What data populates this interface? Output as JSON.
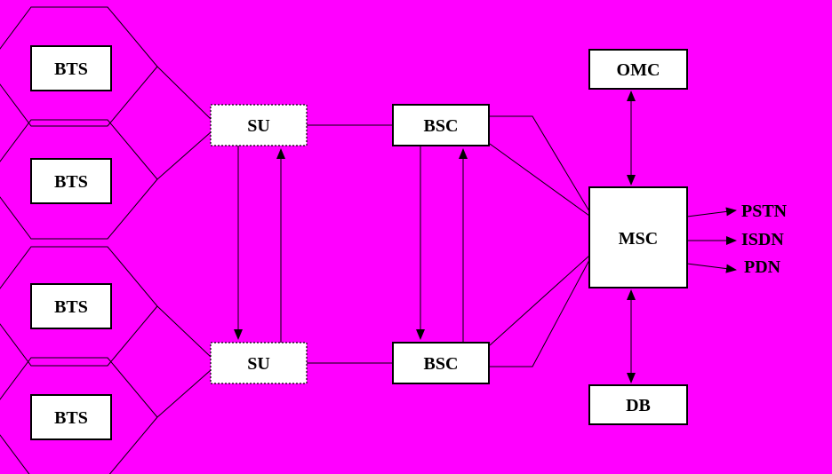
{
  "colors": {
    "background": "#FF00FF",
    "box_fill": "#FFFFFF",
    "line": "#000000"
  },
  "nodes": {
    "bts": [
      "BTS",
      "BTS",
      "BTS",
      "BTS"
    ],
    "su": [
      "SU",
      "SU"
    ],
    "bsc": [
      "BSC",
      "BSC"
    ],
    "omc": "OMC",
    "msc": "MSC",
    "db": "DB",
    "networks": [
      "PSTN",
      "ISDN",
      "PDN"
    ]
  }
}
